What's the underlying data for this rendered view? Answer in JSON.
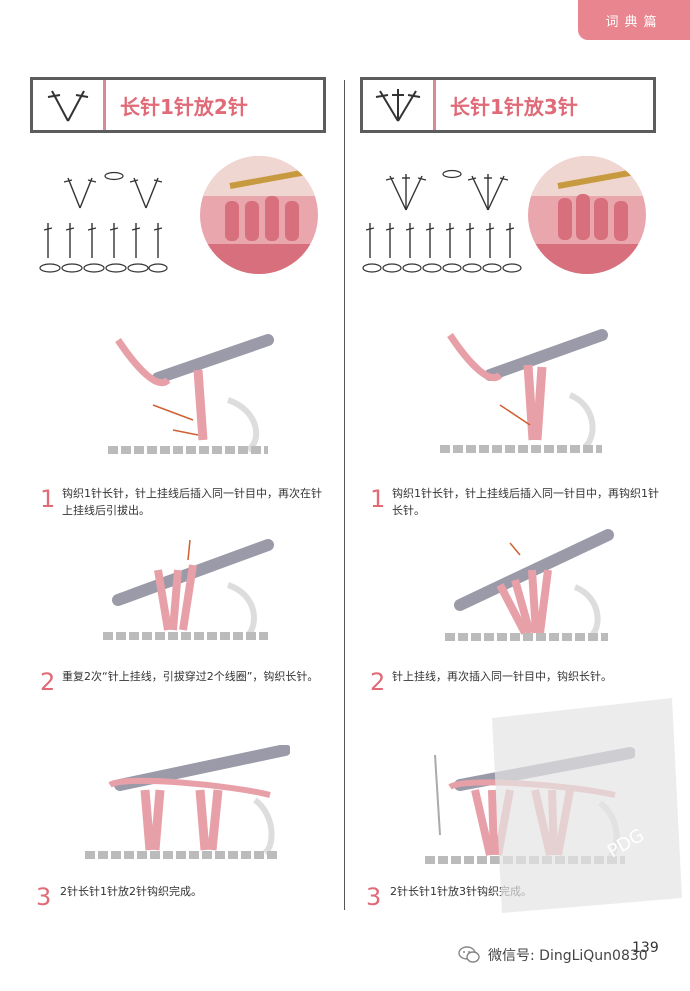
{
  "header_tab": "词典篇",
  "left": {
    "title": "长针1针放2针",
    "steps": [
      {
        "num": "1",
        "text": "钩织1针长针，针上挂线后插入同一针目中，再次在针上挂线后引拔出。"
      },
      {
        "num": "2",
        "text": "重复2次“针上挂线，引拔穿过2个线圈”，钩织长针。"
      },
      {
        "num": "3",
        "text": "2针长针1针放2针钩织完成。"
      }
    ]
  },
  "right": {
    "title": "长针1针放3针",
    "steps": [
      {
        "num": "1",
        "text": "钩织1针长针，针上挂线后插入同一针目中，再钩织1针长针。"
      },
      {
        "num": "2",
        "text": "针上挂线，再次插入同一针目中，钩织长针。"
      },
      {
        "num": "3",
        "text": "2针长针1针放3针钩织完成。"
      }
    ]
  },
  "page_number": "139",
  "footer": {
    "wechat_id": "微信号: DingLiQun0830"
  },
  "watermark_text": "PDG",
  "colors": {
    "accent": "#e06a77",
    "tab": "#e8858f",
    "yarn": "#e8a0a8",
    "hook": "#9a9aa8"
  }
}
